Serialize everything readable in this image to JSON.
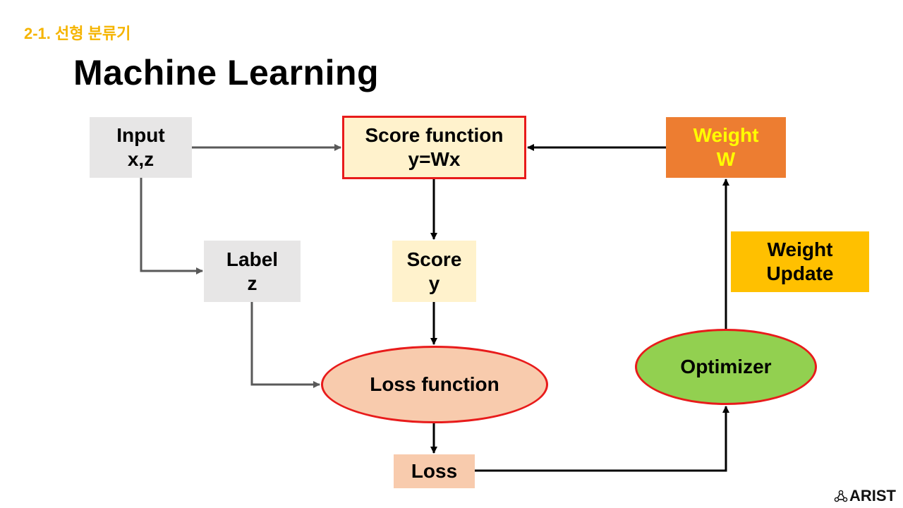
{
  "section_label": "2-1. 선형 분류기",
  "title": "Machine Learning",
  "nodes": {
    "input": {
      "line1": "Input",
      "line2": "x,z"
    },
    "score_function": {
      "line1": "Score function",
      "line2": "y=Wx"
    },
    "weight": {
      "line1": "Weight",
      "line2": "W"
    },
    "label": {
      "line1": "Label",
      "line2": "z"
    },
    "score": {
      "line1": "Score",
      "line2": "y"
    },
    "weight_update": {
      "line1": "Weight",
      "line2": "Update"
    },
    "loss_function": {
      "label": "Loss function"
    },
    "optimizer": {
      "label": "Optimizer"
    },
    "loss": {
      "label": "Loss"
    }
  },
  "colors": {
    "section_label": "#f5b400",
    "gray_box": "#e7e6e6",
    "light_yellow_box": "#fff2cc",
    "orange_box": "#ed7d31",
    "amber_box": "#ffc000",
    "peach_box": "#f8cbad",
    "green_ellipse": "#92d050",
    "highlight_border": "#e81b1b",
    "weight_text": "#ffff00"
  },
  "logo": {
    "text": "ARIST",
    "icon": "molecule-icon"
  }
}
